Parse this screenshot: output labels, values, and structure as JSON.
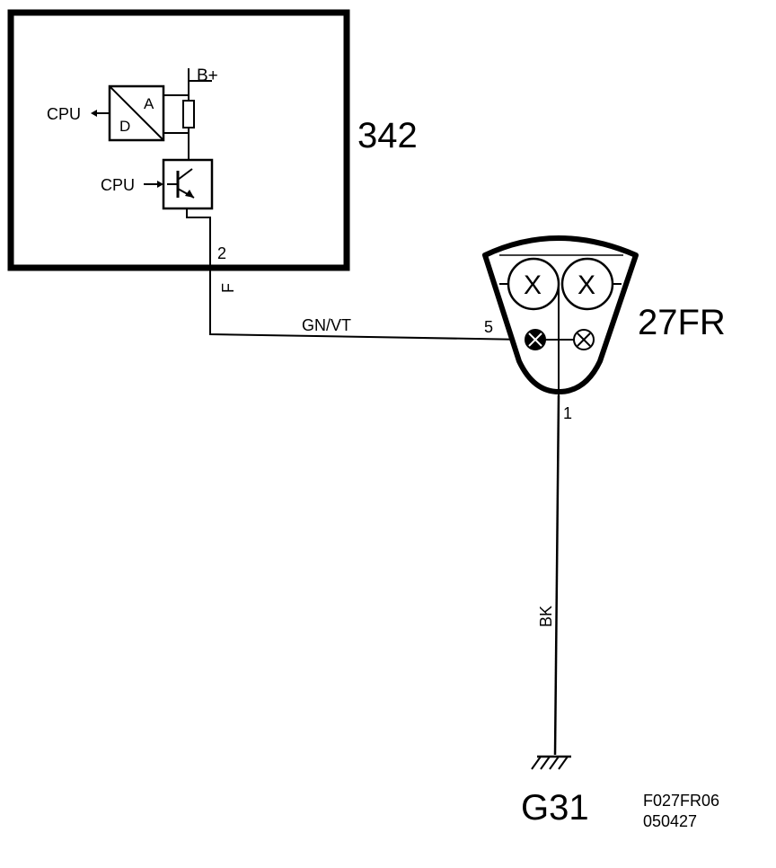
{
  "control_unit": {
    "id": "342",
    "supply_label": "B+",
    "adc_a_label": "A",
    "adc_d_label": "D",
    "cpu_out_label": "CPU",
    "cpu_in_label": "CPU",
    "pin_label": "2",
    "pin_letter": "F"
  },
  "wire_main": {
    "color_code": "GN/VT"
  },
  "lamp_unit": {
    "id": "27FR",
    "input_pin": "5",
    "ground_pin": "1"
  },
  "wire_ground": {
    "color_code": "BK"
  },
  "ground": {
    "id": "G31"
  },
  "figure": {
    "code": "F027FR06",
    "date": "050427"
  },
  "colors": {
    "stroke": "#000000",
    "background": "#ffffff"
  }
}
